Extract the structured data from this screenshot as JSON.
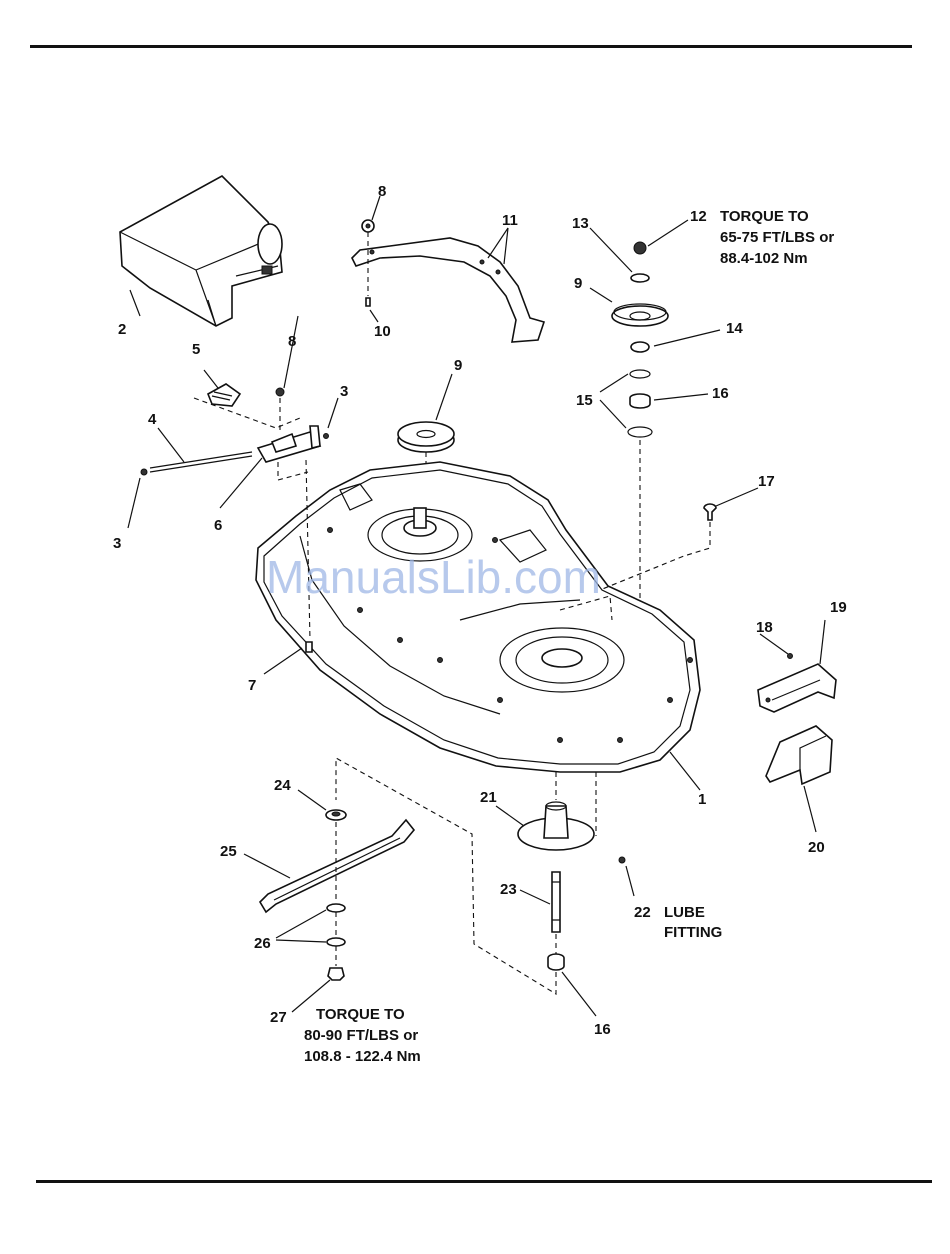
{
  "watermark": "ManualsLib.com",
  "callouts": [
    {
      "id": "c1",
      "text": "1"
    },
    {
      "id": "c2",
      "text": "2"
    },
    {
      "id": "c3a",
      "text": "3"
    },
    {
      "id": "c3b",
      "text": "3"
    },
    {
      "id": "c4",
      "text": "4"
    },
    {
      "id": "c5",
      "text": "5"
    },
    {
      "id": "c6",
      "text": "6"
    },
    {
      "id": "c7",
      "text": "7"
    },
    {
      "id": "c8a",
      "text": "8"
    },
    {
      "id": "c8b",
      "text": "8"
    },
    {
      "id": "c9a",
      "text": "9"
    },
    {
      "id": "c9b",
      "text": "9"
    },
    {
      "id": "c10",
      "text": "10"
    },
    {
      "id": "c11",
      "text": "11"
    },
    {
      "id": "c12",
      "text": "12"
    },
    {
      "id": "c13",
      "text": "13"
    },
    {
      "id": "c14",
      "text": "14"
    },
    {
      "id": "c15",
      "text": "15"
    },
    {
      "id": "c16a",
      "text": "16"
    },
    {
      "id": "c16b",
      "text": "16"
    },
    {
      "id": "c17",
      "text": "17"
    },
    {
      "id": "c18",
      "text": "18"
    },
    {
      "id": "c19",
      "text": "19"
    },
    {
      "id": "c20",
      "text": "20"
    },
    {
      "id": "c21",
      "text": "21"
    },
    {
      "id": "c22",
      "text": "22"
    },
    {
      "id": "c23",
      "text": "23"
    },
    {
      "id": "c24",
      "text": "24"
    },
    {
      "id": "c25",
      "text": "25"
    },
    {
      "id": "c26",
      "text": "26"
    },
    {
      "id": "c27",
      "text": "27"
    }
  ],
  "notes": {
    "torque_top": [
      "TORQUE TO",
      "65-75 FT/LBS or",
      "88.4-102 Nm"
    ],
    "lube": [
      "LUBE",
      "FITTING"
    ],
    "torque_bottom": [
      "TORQUE TO",
      "80-90 FT/LBS or",
      "108.8 - 122.4 Nm"
    ]
  }
}
